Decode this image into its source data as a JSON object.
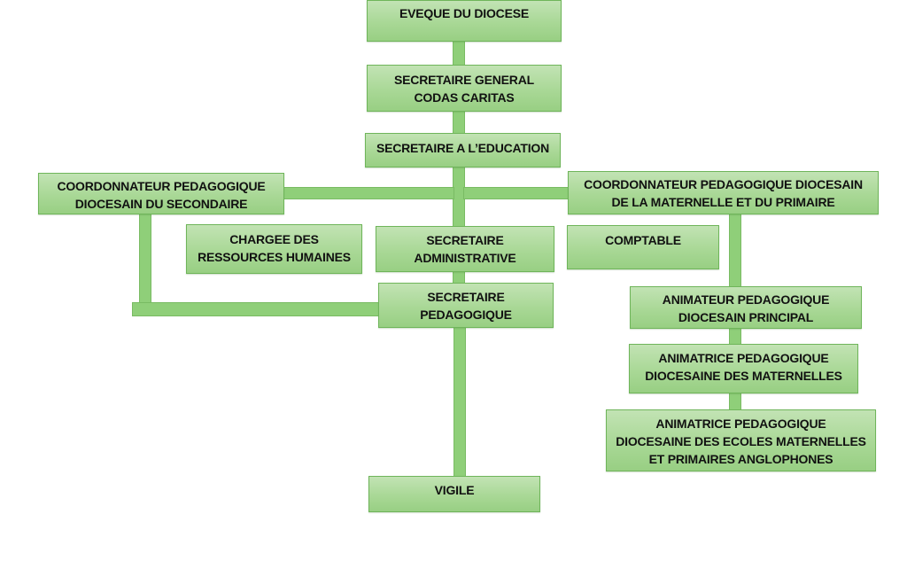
{
  "colors": {
    "box_fill": "#a9d896",
    "box_border": "#6fb55a",
    "connector": "#8fcf79",
    "text": "#111111"
  },
  "org_chart": {
    "bishop": "EVEQUE DU DIOCESE",
    "secretary_general": "SECRETAIRE GENERAL\nCODAS CARITAS",
    "education_secretary": "SECRETAIRE A L’EDUCATION",
    "coordinator_secondary": "COORDONNATEUR PEDAGOGIQUE\nDIOCESAIN DU SECONDAIRE",
    "coordinator_primary": "COORDONNATEUR PEDAGOGIQUE DIOCESAIN\nDE LA MATERNELLE ET DU PRIMAIRE",
    "hr_officer": "CHARGEE DES\nRESSOURCES HUMAINES",
    "administrative_secretary": "SECRETAIRE\nADMINISTRATIVE",
    "accountant": "COMPTABLE",
    "pedagogical_secretary": "SECRETAIRE\nPEDAGOGIQUE",
    "principal_animator": "ANIMATEUR PEDAGOGIQUE\nDIOCESAIN PRINCIPAL",
    "nursery_animator": "ANIMATRICE PEDAGOGIQUE\nDIOCESAINE DES MATERNELLES",
    "anglophone_animator": "ANIMATRICE PEDAGOGIQUE\nDIOCESAINE DES ECOLES MATERNELLES\nET PRIMAIRES ANGLOPHONES",
    "guard": "VIGILE"
  }
}
